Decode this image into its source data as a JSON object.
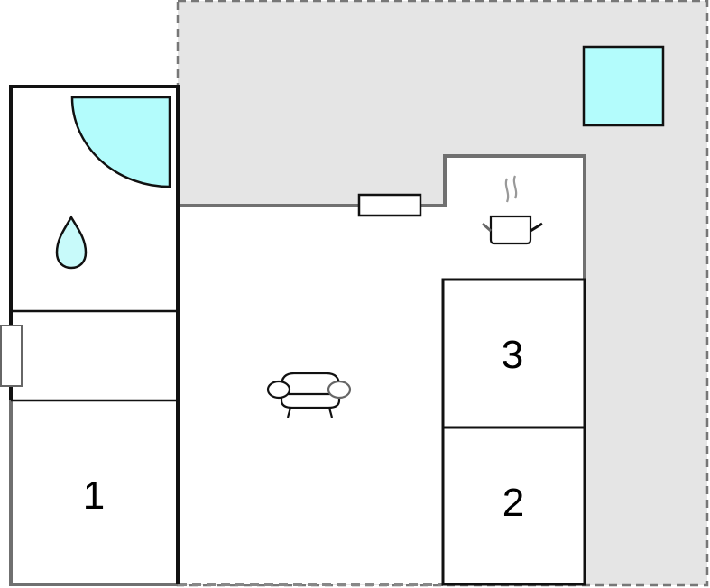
{
  "plan": {
    "colors": {
      "outdoor": "#e5e5e5",
      "outdoor_border": "#777777",
      "wall_dark": "#111111",
      "wall_grey": "#707070",
      "water": "#b3fcfc",
      "floor": "#ffffff"
    },
    "rooms": [
      {
        "id": "bedroom-1",
        "label": "1"
      },
      {
        "id": "bedroom-2",
        "label": "2"
      },
      {
        "id": "bedroom-3",
        "label": "3"
      }
    ],
    "symbols": [
      {
        "id": "shower",
        "icon": "shower-quarter-circle-icon"
      },
      {
        "id": "bathroom",
        "icon": "water-drop-icon"
      },
      {
        "id": "living",
        "icon": "sofa-icon"
      },
      {
        "id": "kitchen",
        "icon": "cooking-pot-icon"
      },
      {
        "id": "terrace",
        "icon": "pool-square-icon"
      },
      {
        "id": "window-north",
        "icon": "window-icon"
      },
      {
        "id": "window-west",
        "icon": "window-icon"
      }
    ]
  }
}
